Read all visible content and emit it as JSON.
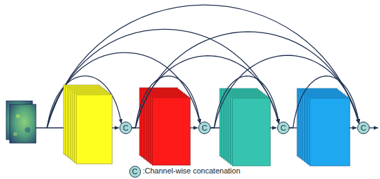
{
  "diagram": {
    "nodes": [
      {
        "text": [
          "C"
        ]
      },
      {
        "text": [
          "C"
        ]
      },
      {
        "text": [
          "C"
        ]
      },
      {
        "text": [
          "C"
        ]
      },
      {
        "text": [
          "C"
        ]
      }
    ],
    "edges": [
      {
        "from": 0,
        "to": 1,
        "arrow": "to"
      },
      {
        "from": 0,
        "to": 2,
        "arrow": "to"
      },
      {
        "from": 0,
        "to": 3,
        "arrow": "to"
      },
      {
        "from": 1,
        "to": 2,
        "arrow": "to"
      },
      {
        "from": 1,
        "to": 3,
        "arrow": "to"
      },
      {
        "from": 2,
        "to": 3,
        "arrow": "to"
      }
    ],
    "legend": [
      {
        "text": ":Channel-wise concatenation"
      }
    ]
  }
}
